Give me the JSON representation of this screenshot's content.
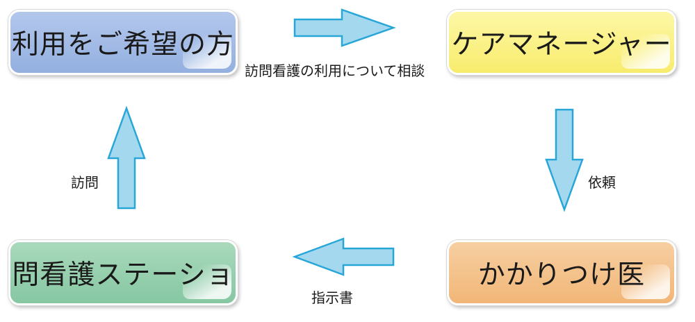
{
  "nodes": {
    "user": "利用をご希望の方",
    "care_manager": "ケアマネージャー",
    "doctor": "かかりつけ医",
    "station": "訪問看護ステーション"
  },
  "edges": {
    "consult": "訪問看護の利用について相談",
    "request": "依頼",
    "order": "指示書",
    "visit": "訪問"
  },
  "colors": {
    "user": "#a3bbe7",
    "care_manager": "#faf07e",
    "doctor": "#f4c08a",
    "station": "#95cfad",
    "arrow_fill": "#a3d8ee",
    "arrow_stroke": "#29a6d8"
  }
}
